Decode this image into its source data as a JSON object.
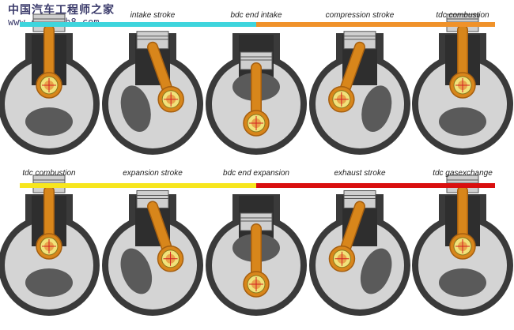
{
  "watermark": {
    "chinese": "中国汽车工程师之家",
    "url": "www.cartech8.com"
  },
  "colors": {
    "intake": "#3fd5dd",
    "compression": "#f0922a",
    "expansion": "#f7e61e",
    "exhaust": "#d90f0f",
    "rod": "#d8861b",
    "rod_edge": "#a55f10",
    "housing": "#3a3a3a",
    "chamber": "#d4d4d4",
    "cylinder": "#2e2e2e",
    "crank": "#5a5a5a",
    "journal": "#f1e27a",
    "crosshair": "#d32222"
  },
  "rows": [
    {
      "labels": [
        "",
        "intake stroke",
        "bdc end intake",
        "compression stroke",
        "tdc combustion"
      ],
      "bar_segments": [
        {
          "from_stage": 0,
          "to_stage": 2,
          "color_key": "intake"
        },
        {
          "from_stage": 2,
          "to_stage": 4,
          "color_key": "compression"
        }
      ],
      "crank_angles_deg": [
        0,
        75,
        180,
        285,
        360
      ]
    },
    {
      "labels": [
        "tdc combustion",
        "expansion stroke",
        "bdc end expansion",
        "exhaust stroke",
        "tdc gasexchange"
      ],
      "bar_segments": [
        {
          "from_stage": 0,
          "to_stage": 2,
          "color_key": "expansion"
        },
        {
          "from_stage": 2,
          "to_stage": 4,
          "color_key": "exhaust"
        }
      ],
      "crank_angles_deg": [
        0,
        70,
        180,
        290,
        360
      ]
    }
  ]
}
